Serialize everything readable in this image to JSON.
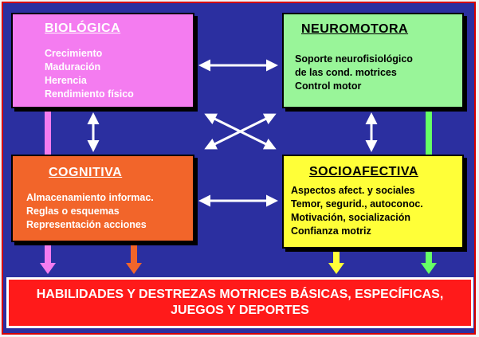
{
  "boxes": {
    "biologica": {
      "title": "BIOLÓGICA",
      "items": [
        "Crecimiento",
        "Maduración",
        "Herencia",
        "Rendimiento físico"
      ]
    },
    "neuromotora": {
      "title": "NEUROMOTORA",
      "items": [
        "Soporte neurofisiológico",
        "de las cond. motrices",
        "Control motor"
      ]
    },
    "cognitiva": {
      "title": "COGNITIVA",
      "items": [
        "Almacenamiento informac.",
        "Reglas o esquemas",
        "Representación acciones"
      ]
    },
    "socioafectiva": {
      "title": "SOCIOAFECTIVA",
      "items": [
        "Aspectos afect. y sociales",
        "Temor, segurid., autoconoc.",
        "Motivación, socialización",
        "Confianza motriz"
      ]
    }
  },
  "bottom": {
    "line1": "HABILIDADES Y DESTREZAS MOTRICES BÁSICAS, ESPECÍFICAS,",
    "line2": "JUEGOS Y DEPORTES"
  },
  "colors": {
    "background": "#2b2fa0",
    "biologica": "#f47cf0",
    "neuromotora": "#99f599",
    "cognitiva": "#f2652a",
    "socioafectiva": "#ffff38",
    "bottom": "#ff1a1a"
  }
}
